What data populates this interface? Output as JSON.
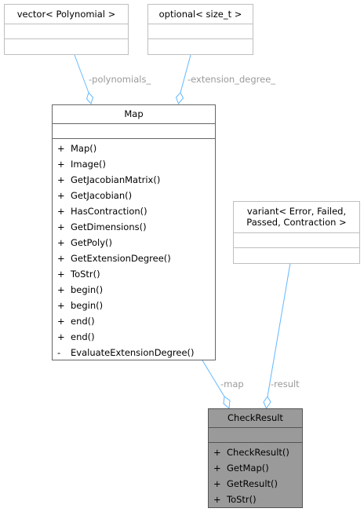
{
  "classes": {
    "vector_polynomial": {
      "title": "vector< Polynomial >"
    },
    "optional_size_t": {
      "title": "optional< size_t >"
    },
    "map": {
      "title": "Map",
      "methods": [
        {
          "vis": "+",
          "name": "Map()"
        },
        {
          "vis": "+",
          "name": "Image()"
        },
        {
          "vis": "+",
          "name": "GetJacobianMatrix()"
        },
        {
          "vis": "+",
          "name": "GetJacobian()"
        },
        {
          "vis": "+",
          "name": "HasContraction()"
        },
        {
          "vis": "+",
          "name": "GetDimensions()"
        },
        {
          "vis": "+",
          "name": "GetPoly()"
        },
        {
          "vis": "+",
          "name": "GetExtensionDegree()"
        },
        {
          "vis": "+",
          "name": "ToStr()"
        },
        {
          "vis": "+",
          "name": "begin()"
        },
        {
          "vis": "+",
          "name": "begin()"
        },
        {
          "vis": "+",
          "name": "end()"
        },
        {
          "vis": "+",
          "name": "end()"
        },
        {
          "vis": "-",
          "name": "EvaluateExtensionDegree()"
        }
      ]
    },
    "variant": {
      "title_line1": "variant< Error, Failed,",
      "title_line2": "Passed, Contraction >"
    },
    "check_result": {
      "title": "CheckResult",
      "methods": [
        {
          "vis": "+",
          "name": "CheckResult()"
        },
        {
          "vis": "+",
          "name": "GetMap()"
        },
        {
          "vis": "+",
          "name": "GetResult()"
        },
        {
          "vis": "+",
          "name": "ToStr()"
        }
      ]
    }
  },
  "edges": {
    "polynomials_label": "-polynomials_",
    "extension_degree_label": "-extension_degree_",
    "map_label": "-map",
    "result_label": "-result"
  },
  "colors": {
    "edge": "#63b8ff",
    "label": "#9a9a9a",
    "focus_fill": "#9a9a9a"
  }
}
